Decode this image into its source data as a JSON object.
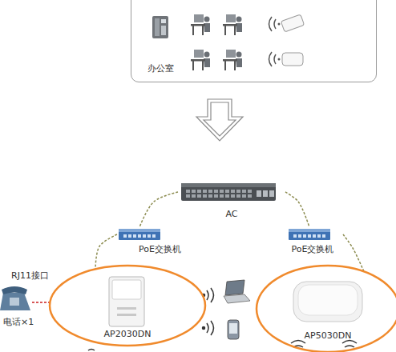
{
  "diagram": {
    "nodes": [
      {
        "text": [
          "办公室"
        ]
      },
      {
        "text": [
          "AC"
        ]
      },
      {
        "text": [
          "PoE交换机"
        ]
      },
      {
        "text": [
          "PoE交换机"
        ]
      },
      {
        "text": [
          "AP2030DN"
        ]
      },
      {
        "text": [
          "AP5030DN"
        ]
      }
    ],
    "edges": [
      {
        "from": 1,
        "to": 2,
        "arrow": "none"
      },
      {
        "from": 1,
        "to": 3,
        "arrow": "none"
      },
      {
        "from": 2,
        "to": 4,
        "arrow": "none"
      },
      {
        "from": 3,
        "to": 5,
        "arrow": "none"
      }
    ],
    "labels": [
      "RJ11接口",
      "电话×1"
    ]
  }
}
